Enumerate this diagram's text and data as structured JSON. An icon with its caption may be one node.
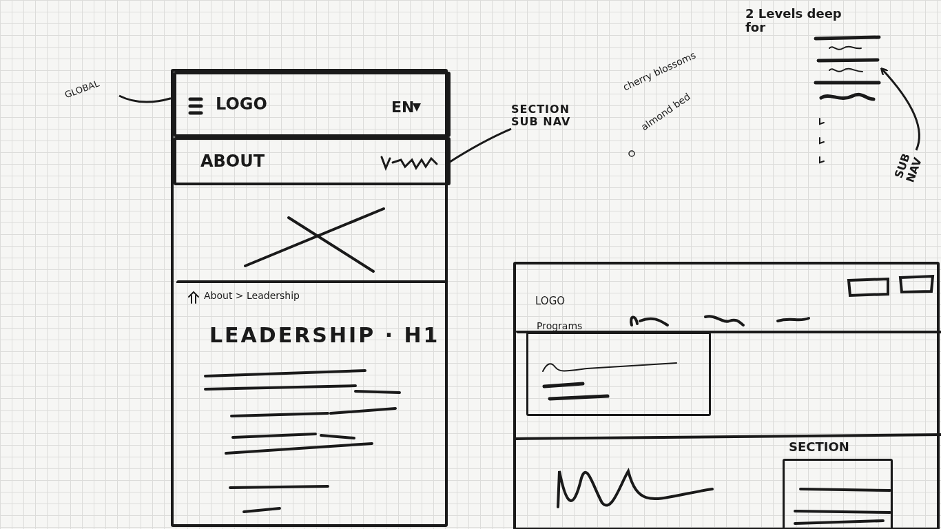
{
  "diagram": {
    "nodes": [
      {
        "text": [],
        "shape": "box"
      },
      {
        "text": [
          "LOGO",
          "EN"
        ],
        "in": 0
      },
      {
        "text": [
          "ABOUT"
        ],
        "in": 0
      },
      {
        "text": [],
        "shape": "picture",
        "in": 0
      },
      {
        "text": [
          "About > Leadership",
          "LEADERSHIP · H1"
        ],
        "in": 0
      },
      {
        "text": [
          "GLOBAL"
        ]
      },
      {
        "text": [
          "SECTION SUB NAV"
        ]
      },
      {
        "text": [],
        "shape": "picture"
      },
      {
        "text": [
          "SUB NAV"
        ]
      },
      {
        "text": [],
        "shape": "box"
      },
      {
        "text": [
          "LOGO",
          "Programs"
        ],
        "in": 9
      },
      {
        "text": [],
        "shape": "box",
        "in": 9
      },
      {
        "text": [
          "SECTION"
        ],
        "in": 9
      }
    ],
    "edges": [
      {
        "from": 5,
        "to": 1,
        "arrow": "none"
      },
      {
        "from": 6,
        "to": 2,
        "arrow": "none"
      },
      {
        "from": 8,
        "to": 7,
        "arrow": "to"
      }
    ],
    "labels": [
      "cherry blossoms",
      "almond bed",
      "2 Levels deep for"
    ]
  }
}
